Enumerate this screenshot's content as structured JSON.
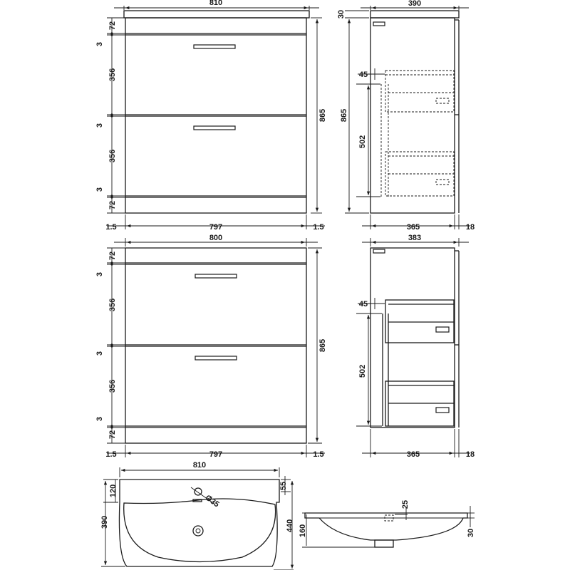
{
  "dimensions": {
    "top_front": {
      "width": "810",
      "h_top": "72",
      "gap1": "3",
      "drawer1": "356",
      "gap2": "3",
      "drawer2": "356",
      "gap3": "3",
      "plinth": "72",
      "height": "865",
      "side_left": "1.5",
      "inner": "797",
      "side_right": "1.5"
    },
    "top_side": {
      "top_thk": "30",
      "depth": "390",
      "offset": "45",
      "drawer_h": "502",
      "height": "865",
      "carcass": "365",
      "door": "18"
    },
    "mid_front": {
      "width": "800",
      "h_top": "72",
      "gap1": "3",
      "drawer1": "356",
      "gap2": "3",
      "drawer2": "356",
      "gap3": "3",
      "plinth": "72",
      "height": "865",
      "side_left": "1.5",
      "inner": "797",
      "side_right": "1.5"
    },
    "mid_side": {
      "depth": "383",
      "offset": "45",
      "drawer_h": "502",
      "carcass": "365",
      "door": "18"
    },
    "basin_top": {
      "width": "810",
      "tap_zone": "120",
      "rim": "55",
      "depth": "390",
      "overall": "440",
      "tap_hole": "Ø35"
    },
    "basin_side": {
      "overflow": "25",
      "height": "160",
      "base": "30"
    }
  }
}
